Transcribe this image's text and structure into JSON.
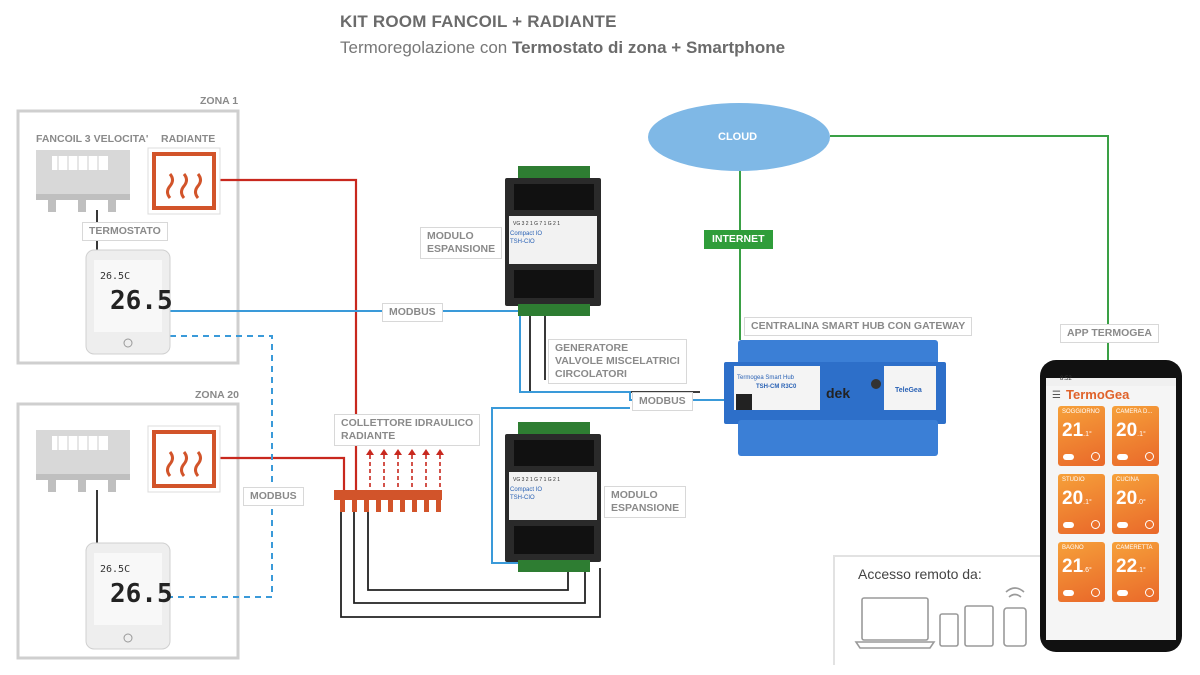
{
  "header": {
    "title": "KIT ROOM FANCOIL + RADIANTE",
    "subtitle_plain": "Termoregolazione con ",
    "subtitle_bold": "Termostato di zona + Smartphone"
  },
  "zone1": {
    "label": "ZONA 1",
    "fancoil_label": "FANCOIL 3 VELOCITA'",
    "radiant_label": "RADIANTE",
    "thermostat_label": "TERMOSTATO",
    "thermostat_small": "26.5C",
    "thermostat_big": "26.5"
  },
  "zone20": {
    "label": "ZONA 20",
    "thermostat_small": "26.5C",
    "thermostat_big": "26.5"
  },
  "labels": {
    "modbus_1": "MODBUS",
    "modbus_2": "MODBUS",
    "modbus_3": "MODBUS",
    "modulo_1": "MODULO\nESPANSIONE",
    "modulo_2": "MODULO\nESPANSIONE",
    "generatore": "GENERATORE\nVALVOLE MISCELATRICI\nCIRCOLATORI",
    "collettore": "COLLETTORE IDRAULICO\nRADIANTE",
    "cloud": "CLOUD",
    "internet": "INTERNET",
    "hub": "CENTRALINA SMART HUB CON GATEWAY",
    "app": "APP TERMOGEA"
  },
  "module": {
    "title": "Compact IO",
    "model": "TSH-CIO"
  },
  "hub_device": {
    "name": "Termogea Smart Hub",
    "model": "TSH-CM R3C0",
    "brand": "dek",
    "logo": "TeleGea"
  },
  "phone": {
    "time": "8:52",
    "app_name": "TermoGea",
    "rooms": [
      {
        "name": "SOGGIORNO",
        "temp": "21",
        "dec": ".1°"
      },
      {
        "name": "CAMERA D...",
        "temp": "20",
        "dec": ".1°"
      },
      {
        "name": "STUDIO",
        "temp": "20",
        "dec": ".1°"
      },
      {
        "name": "CUCINA",
        "temp": "20",
        "dec": ".0°"
      },
      {
        "name": "BAGNO",
        "temp": "21",
        "dec": ".6°"
      },
      {
        "name": "CAMERETTA",
        "temp": "22",
        "dec": ".1°"
      }
    ]
  },
  "remote": {
    "text": "Accesso remoto da:"
  },
  "colors": {
    "red_line": "#c8281e",
    "blue_line": "#3a9ad9",
    "green_line": "#3aa045",
    "black_line": "#222222",
    "cloud_fill": "#7fb8e6",
    "hub_blue": "#2d6fc9",
    "card_orange": "#ee7a2e"
  }
}
